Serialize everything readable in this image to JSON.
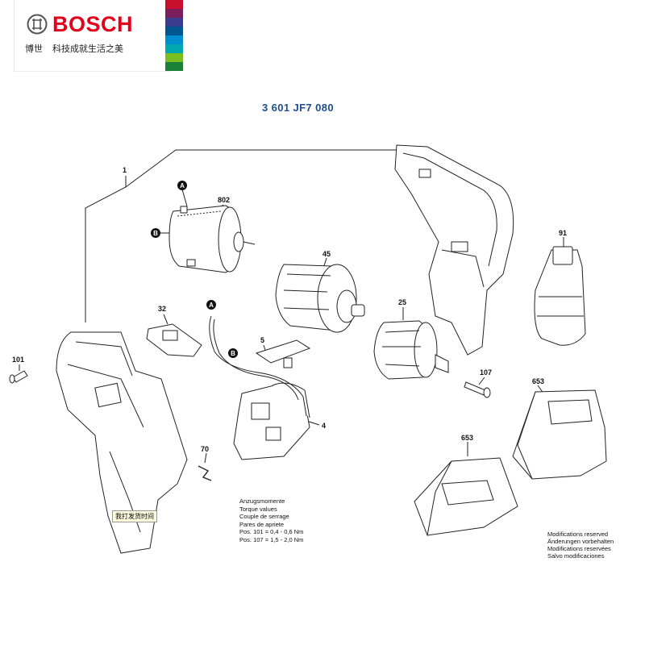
{
  "brand": {
    "wordmark": "BOSCH",
    "chinese_name": "博世",
    "slogan": "科技成就生活之美",
    "brand_red": "#e2001a",
    "stripe_colors": [
      "#c8102e",
      "#7a1f5c",
      "#3b3b8f",
      "#005691",
      "#008ecf",
      "#00a8b0",
      "#78be20",
      "#1a7f37"
    ]
  },
  "document": {
    "number": "3 601 JF7 080",
    "number_color": "#1f4e8c"
  },
  "parts": {
    "p1": "1",
    "p802": "802",
    "p45": "45",
    "p91": "91",
    "p25": "25",
    "p32": "32",
    "p5": "5",
    "p101": "101",
    "p107": "107",
    "p653a": "653",
    "p653b": "653",
    "p4": "4",
    "p70": "70"
  },
  "connectors": {
    "a": "A",
    "b": "B"
  },
  "torque_notes": {
    "lines": [
      "Anzugsmomente",
      "Torque values",
      "Couple de serrage",
      "Pares de apriete"
    ],
    "pos101": "Pos. 101  =  0,4 - 0,6 Nm",
    "pos107": "Pos. 107  =  1,5 - 2,0 Nm"
  },
  "modifications": [
    "Modifications reserved",
    "Änderungen vorbehalten",
    "Modifications reservées",
    "Salvo modificaciones"
  ],
  "stamp_label": "我打发货时间"
}
